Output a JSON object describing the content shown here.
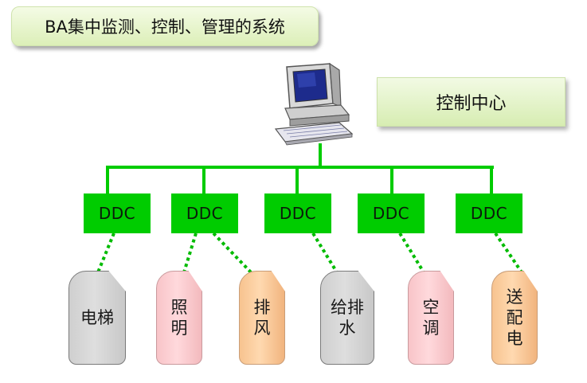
{
  "title": "BA集中监测、控制、管理的系统",
  "control_center": "控制中心",
  "ddc_units": [
    "DDC",
    "DDC",
    "DDC",
    "DDC",
    "DDC"
  ],
  "devices": [
    {
      "lines": [
        "电梯"
      ],
      "color": "gray"
    },
    {
      "lines": [
        "照",
        "明"
      ],
      "color": "pink"
    },
    {
      "lines": [
        "排",
        "风"
      ],
      "color": "orange"
    },
    {
      "lines": [
        "给排",
        "水"
      ],
      "color": "gray"
    },
    {
      "lines": [
        "空",
        "调"
      ],
      "color": "pink"
    },
    {
      "lines": [
        "送",
        "配",
        "电"
      ],
      "color": "orange"
    }
  ],
  "colors": {
    "bus": "#00cc00",
    "ddc": "#00cc00",
    "dotted_link": "#00bb00"
  },
  "icons": [
    "computer-icon"
  ]
}
